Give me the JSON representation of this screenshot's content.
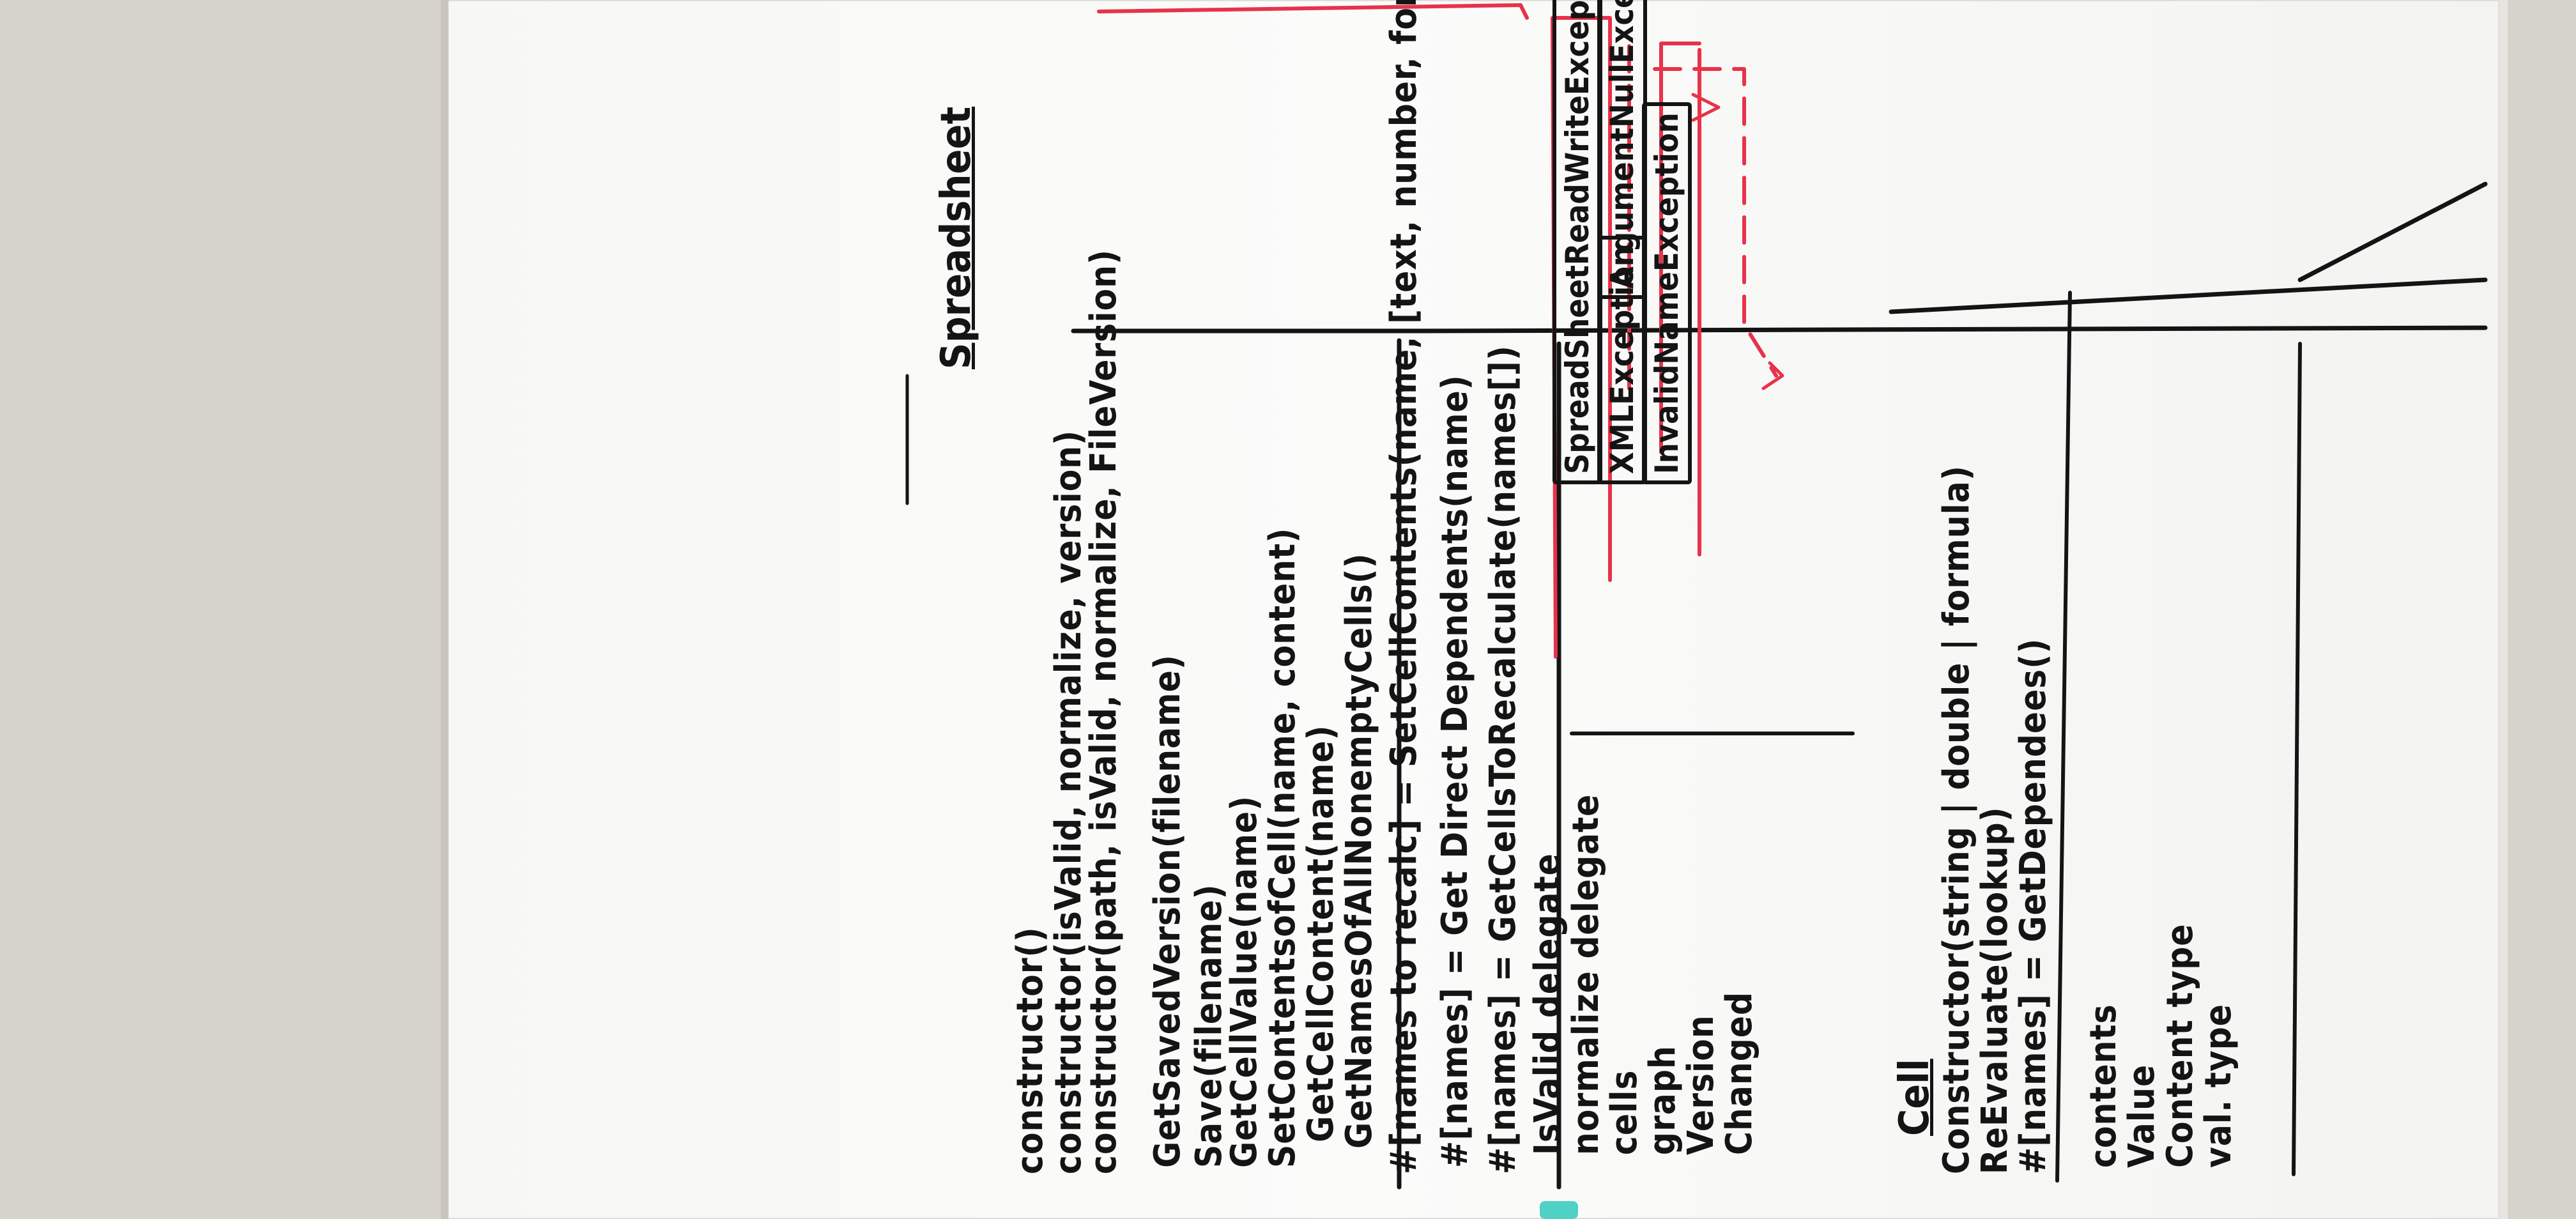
{
  "spreadsheet": {
    "title": "Spreadsheet",
    "constructors": [
      "constructor()",
      "constructor(isValid, normalize, version)",
      "constructor(path, isValid, normalize, FileVersion)"
    ],
    "methods": [
      "GetSavedVersion(filename)",
      "Save(filename)",
      "GetCellValue(name)",
      "SetContentsofCell(name, content)",
      "GetCellContent(name)",
      "GetNamesOfAllNonemptyCells()"
    ],
    "protected_methods": [
      "#[names to recalc] = SetCellContents(name, [text, number, formula])",
      "#[names] = Get Direct Dependents(name)",
      "#[names] = GetCellsToRecalculate(names[])"
    ],
    "fields": [
      "IsValid delegate",
      "normalize delegate",
      "cells",
      "graph",
      "Version",
      "Changed"
    ]
  },
  "exceptions": [
    "SpreadSheetReadWriteException",
    "XMLException",
    "ArgumentNullException",
    "InvalidNameException"
  ],
  "cell": {
    "title": "Cell",
    "methods": [
      "Constructor(string | double | formula)",
      "ReEvaluate(lookup)",
      "#[names] = GetDependees()"
    ],
    "fields": [
      "contents",
      "Value",
      "Content type",
      "val. type"
    ]
  },
  "colors": {
    "ink": "#141414",
    "red_marker": "#e8324a",
    "board": "#f8f8f6",
    "wall": "#d6d3cd"
  }
}
